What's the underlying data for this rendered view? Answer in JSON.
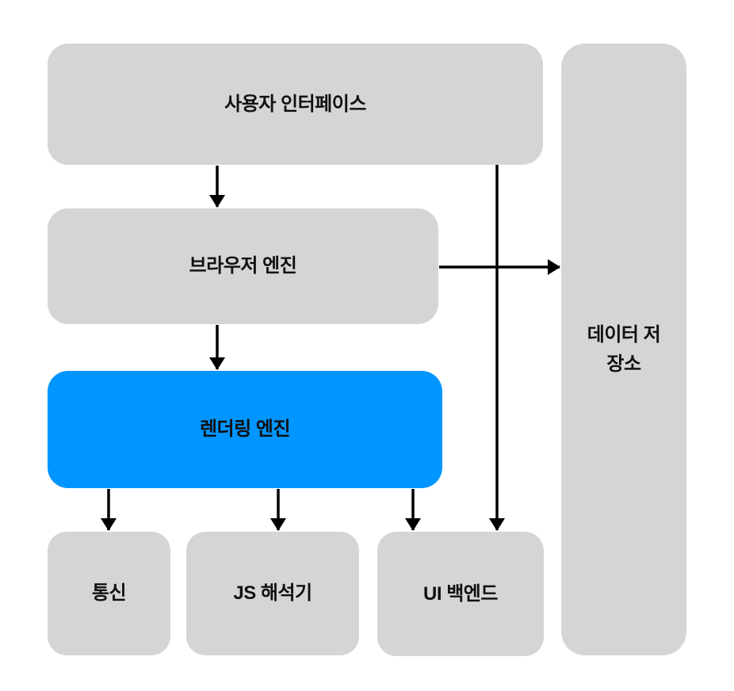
{
  "colors": {
    "background": "#ffffff",
    "node_fill": "#d5d5d5",
    "highlight_fill": "#0095ff",
    "text": "#111111",
    "arrow": "#000000"
  },
  "nodes": {
    "user_interface": {
      "label": "사용자 인터페이스",
      "highlighted": false
    },
    "browser_engine": {
      "label": "브라우저 엔진",
      "highlighted": false
    },
    "rendering_engine": {
      "label": "렌더링 엔진",
      "highlighted": true
    },
    "networking": {
      "label": "통신",
      "highlighted": false
    },
    "js_interpreter": {
      "label": "JS 해석기",
      "highlighted": false
    },
    "ui_backend": {
      "label": "UI 백엔드",
      "highlighted": false
    },
    "data_storage": {
      "label": "데이터 저장소",
      "highlighted": false
    }
  },
  "edges": [
    {
      "from": "user_interface",
      "to": "browser_engine"
    },
    {
      "from": "browser_engine",
      "to": "rendering_engine"
    },
    {
      "from": "browser_engine",
      "to": "data_storage"
    },
    {
      "from": "user_interface",
      "to": "ui_backend"
    },
    {
      "from": "rendering_engine",
      "to": "networking"
    },
    {
      "from": "rendering_engine",
      "to": "js_interpreter"
    },
    {
      "from": "rendering_engine",
      "to": "ui_backend"
    }
  ]
}
